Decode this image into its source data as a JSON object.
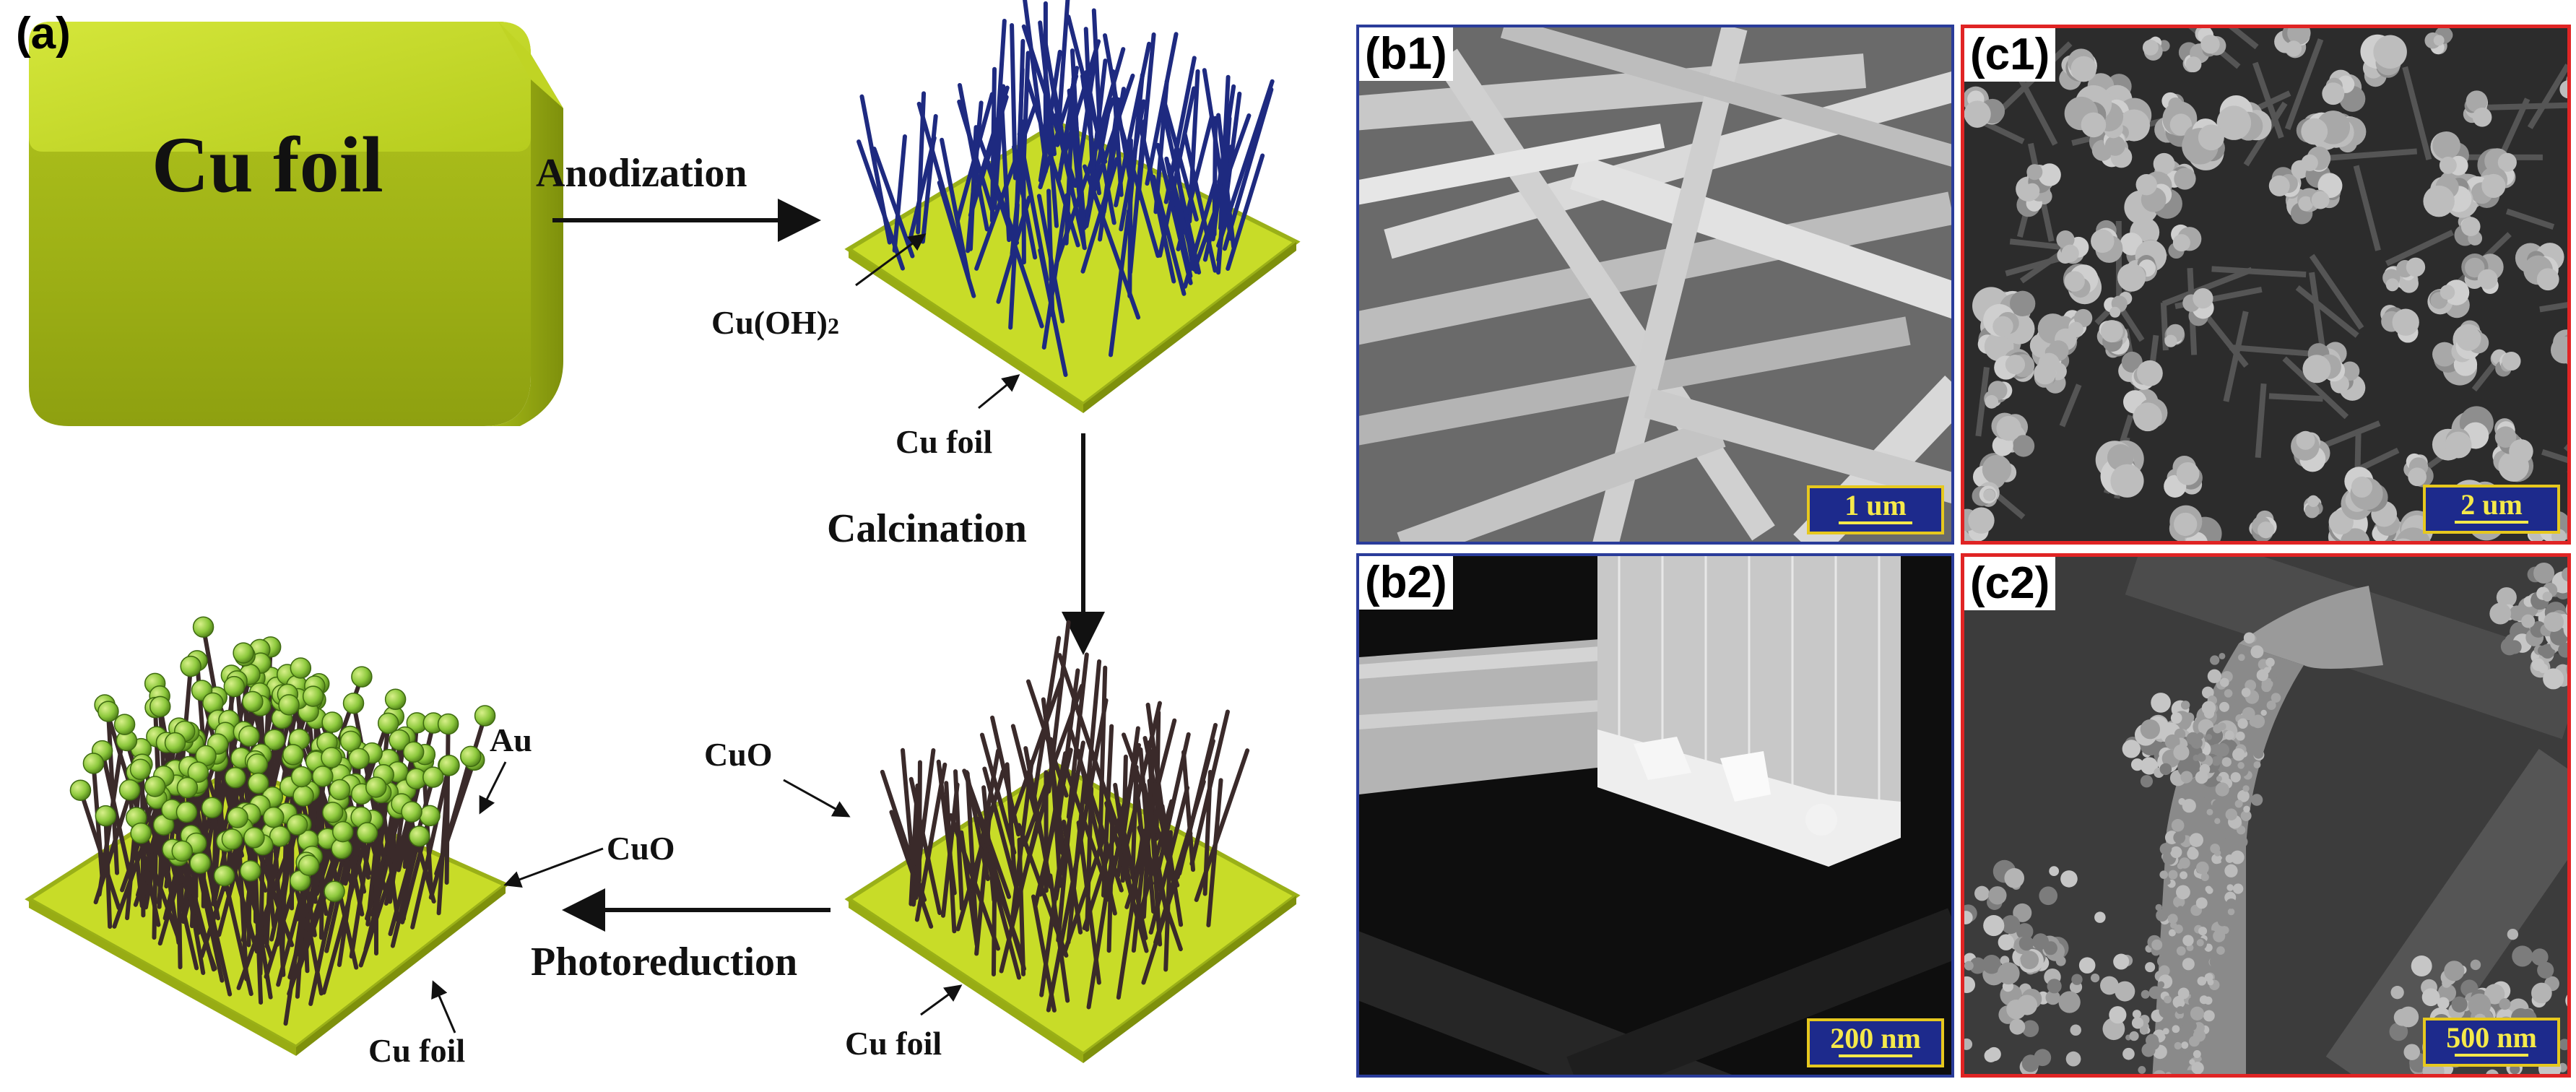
{
  "panel_labels": {
    "a": "(a)",
    "b1": "(b1)",
    "c1": "(c1)",
    "b2": "(b2)",
    "c2": "(c2)"
  },
  "scheme": {
    "block_label": "Cu foil",
    "step1": "Anodization",
    "step2": "Calcination",
    "step3": "Photoreduction",
    "cu_oh2": "Cu(OH)",
    "cu_oh2_sub": "2",
    "cu_foil": "Cu foil",
    "cuo": "CuO",
    "au": "Au"
  },
  "scalebars": {
    "b1": "1 um",
    "c1": "2 um",
    "b2": "200 nm",
    "c2": "500 nm"
  },
  "colors": {
    "foil_yellow": "#c8dc28",
    "cu_oh2_wire": "#1e2a80",
    "cuo_wire": "#3a2a2a",
    "au_particle": "#8cc83c",
    "frame_b": "#2a3c9a",
    "frame_c": "#e02424",
    "scalebar_bg": "#1d2a8c",
    "scalebar_text": "#f5e94a"
  }
}
